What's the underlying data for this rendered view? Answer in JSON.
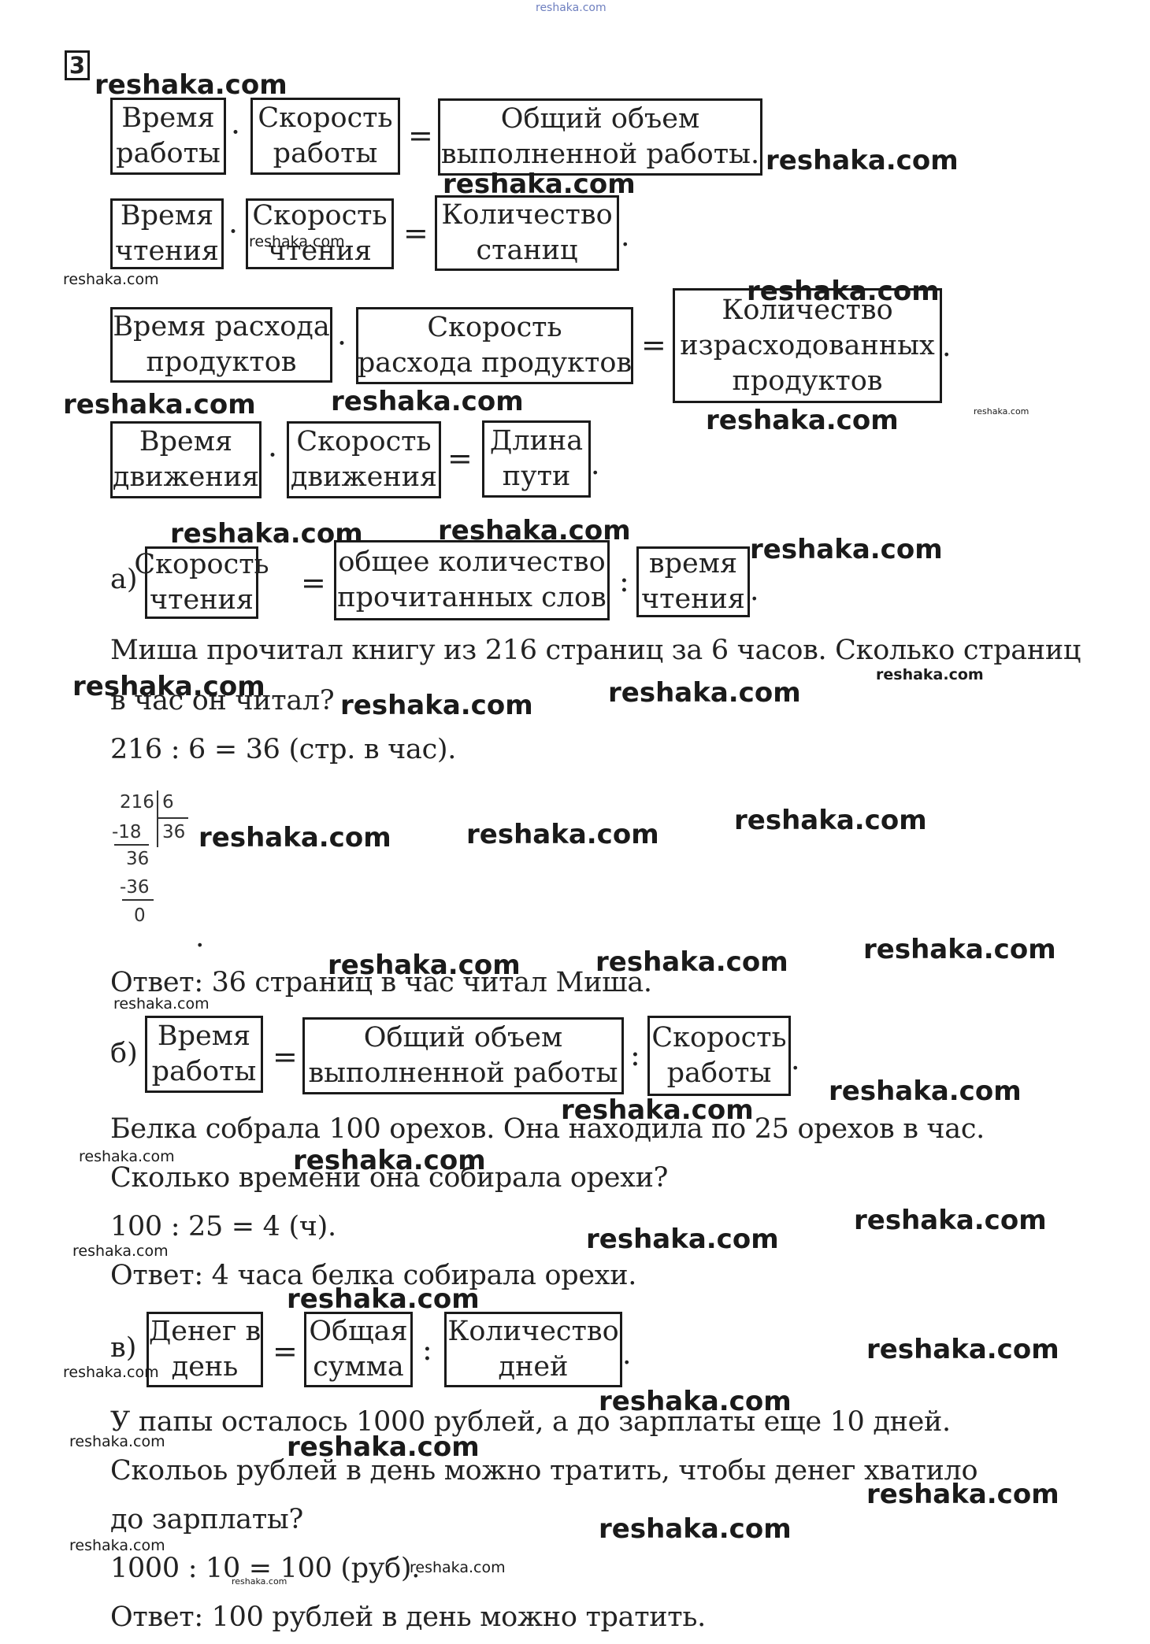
{
  "header": {
    "watermark_top": "reshaka.com"
  },
  "task_number": "3",
  "formulas": {
    "f1": {
      "a": [
        "Время",
        "работы"
      ],
      "b": [
        "Скорость",
        "работы"
      ],
      "c": [
        "Общий объем",
        "выполненной работы."
      ]
    },
    "f2": {
      "a": [
        "Время",
        "чтения"
      ],
      "b": [
        "Скорость",
        "чтения"
      ],
      "c": [
        "Количество",
        "станиц"
      ]
    },
    "f3": {
      "a": [
        "Время расхода",
        "продуктов"
      ],
      "b": [
        "Скорость",
        "расхода продуктов"
      ],
      "c": [
        "Количество",
        "израсходованных",
        "продуктов"
      ]
    },
    "f4": {
      "a": [
        "Время",
        "движения"
      ],
      "b": [
        "Скорость",
        "движения"
      ],
      "c": [
        "Длина",
        "пути"
      ]
    }
  },
  "operators": {
    "mul": "·",
    "eq": "=",
    "div": ":",
    "period": "."
  },
  "part_a": {
    "letter": "а)",
    "a": [
      "Скорость",
      "чтения"
    ],
    "b": [
      "общее количество",
      "прочитанных слов"
    ],
    "c": [
      "время",
      "чтения"
    ],
    "problem_line1": "Миша прочитал книгу из 216 страниц за 6 часов. Сколько страниц",
    "problem_line2": "в час он читал?",
    "solution": "216 : 6 = 36 (стр. в час).",
    "long_division": {
      "dividend": "216",
      "divisor": "6",
      "quotient": "36",
      "sub1": "-18",
      "rem1": "36",
      "sub2": "-36",
      "rem2": "0"
    },
    "answer": "Ответ: 36 страниц в час читал Миша."
  },
  "part_b": {
    "letter": "б)",
    "a": [
      "Время",
      "работы"
    ],
    "b": [
      "Общий объем",
      "выполненной работы"
    ],
    "c": [
      "Скорость",
      "работы"
    ],
    "problem_line1": "Белка собрала 100 орехов. Она находила по 25 орехов в час.",
    "problem_line2": "Сколько времени она собирала орехи?",
    "solution": "100 : 25 = 4 (ч).",
    "answer": "Ответ: 4 часа белка собирала орехи."
  },
  "part_c": {
    "letter": "в)",
    "a": [
      "Денег в",
      "день"
    ],
    "b": [
      "Общая",
      "сумма"
    ],
    "c": [
      "Количество",
      "дней"
    ],
    "problem_line1": "У папы осталось 1000 рублей, а до зарплаты еще 10 дней.",
    "problem_line2": "Скольоь рублей в день можно тратить, чтобы денег хватило",
    "problem_line3": "до зарплаты?",
    "solution": "1000 : 10 = 100 (руб).",
    "answer": "Ответ: 100 рублей в день можно тратить."
  },
  "watermark": "reshaka.com"
}
